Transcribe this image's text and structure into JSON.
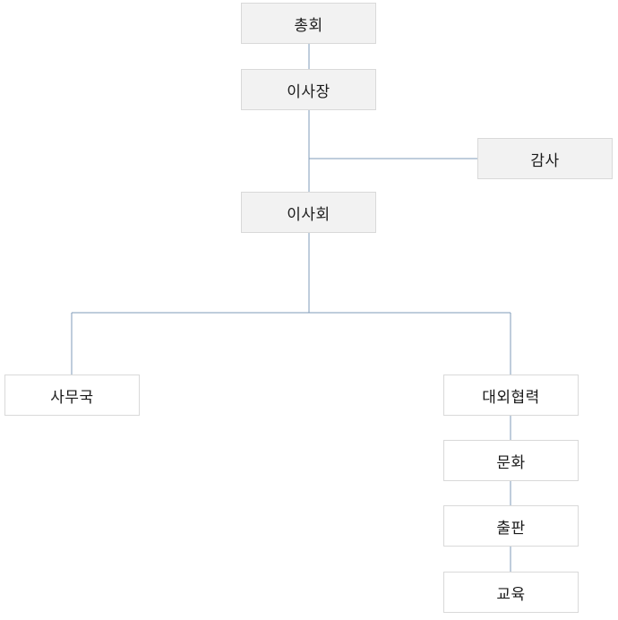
{
  "nodes": {
    "general_assembly": "총회",
    "chairman": "이사장",
    "auditor": "감사",
    "board_of_directors": "이사회",
    "secretariat": "사무국",
    "external_cooperation": "대외협력",
    "culture": "문화",
    "publishing": "출판",
    "education": "교육"
  },
  "colors": {
    "connector": "#7f9bb8",
    "box_border": "#d9d9d9",
    "top_box_fill": "#f2f2f2",
    "bottom_box_fill": "#ffffff"
  }
}
